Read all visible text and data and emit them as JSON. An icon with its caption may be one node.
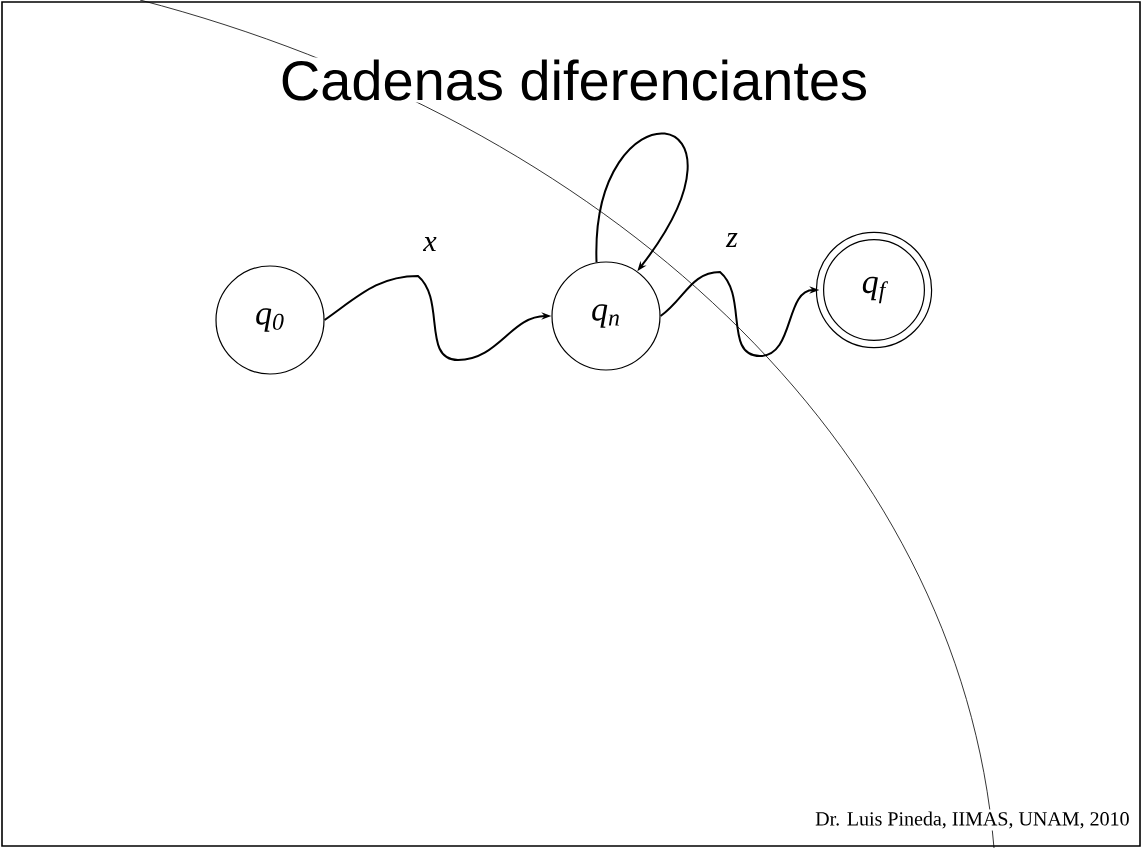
{
  "diagram": {
    "title": "Cadenas diferenciantes",
    "nodes": [
      {
        "text": [
          "q$_{0}$"
        ]
      },
      {
        "text": [
          "q$_{n}$"
        ]
      },
      {
        "text": [
          "q$_{f}$"
        ]
      }
    ],
    "edges": [
      {
        "from": 0,
        "to": 1,
        "arrow": "to",
        "label": "x"
      },
      {
        "from": 1,
        "to": 1,
        "arrow": "to"
      },
      {
        "from": 1,
        "to": 2,
        "arrow": "to",
        "label": "z"
      }
    ],
    "labels": [
      "Dr. Luis Pineda, IIMAS, UNAM, 2010"
    ]
  }
}
